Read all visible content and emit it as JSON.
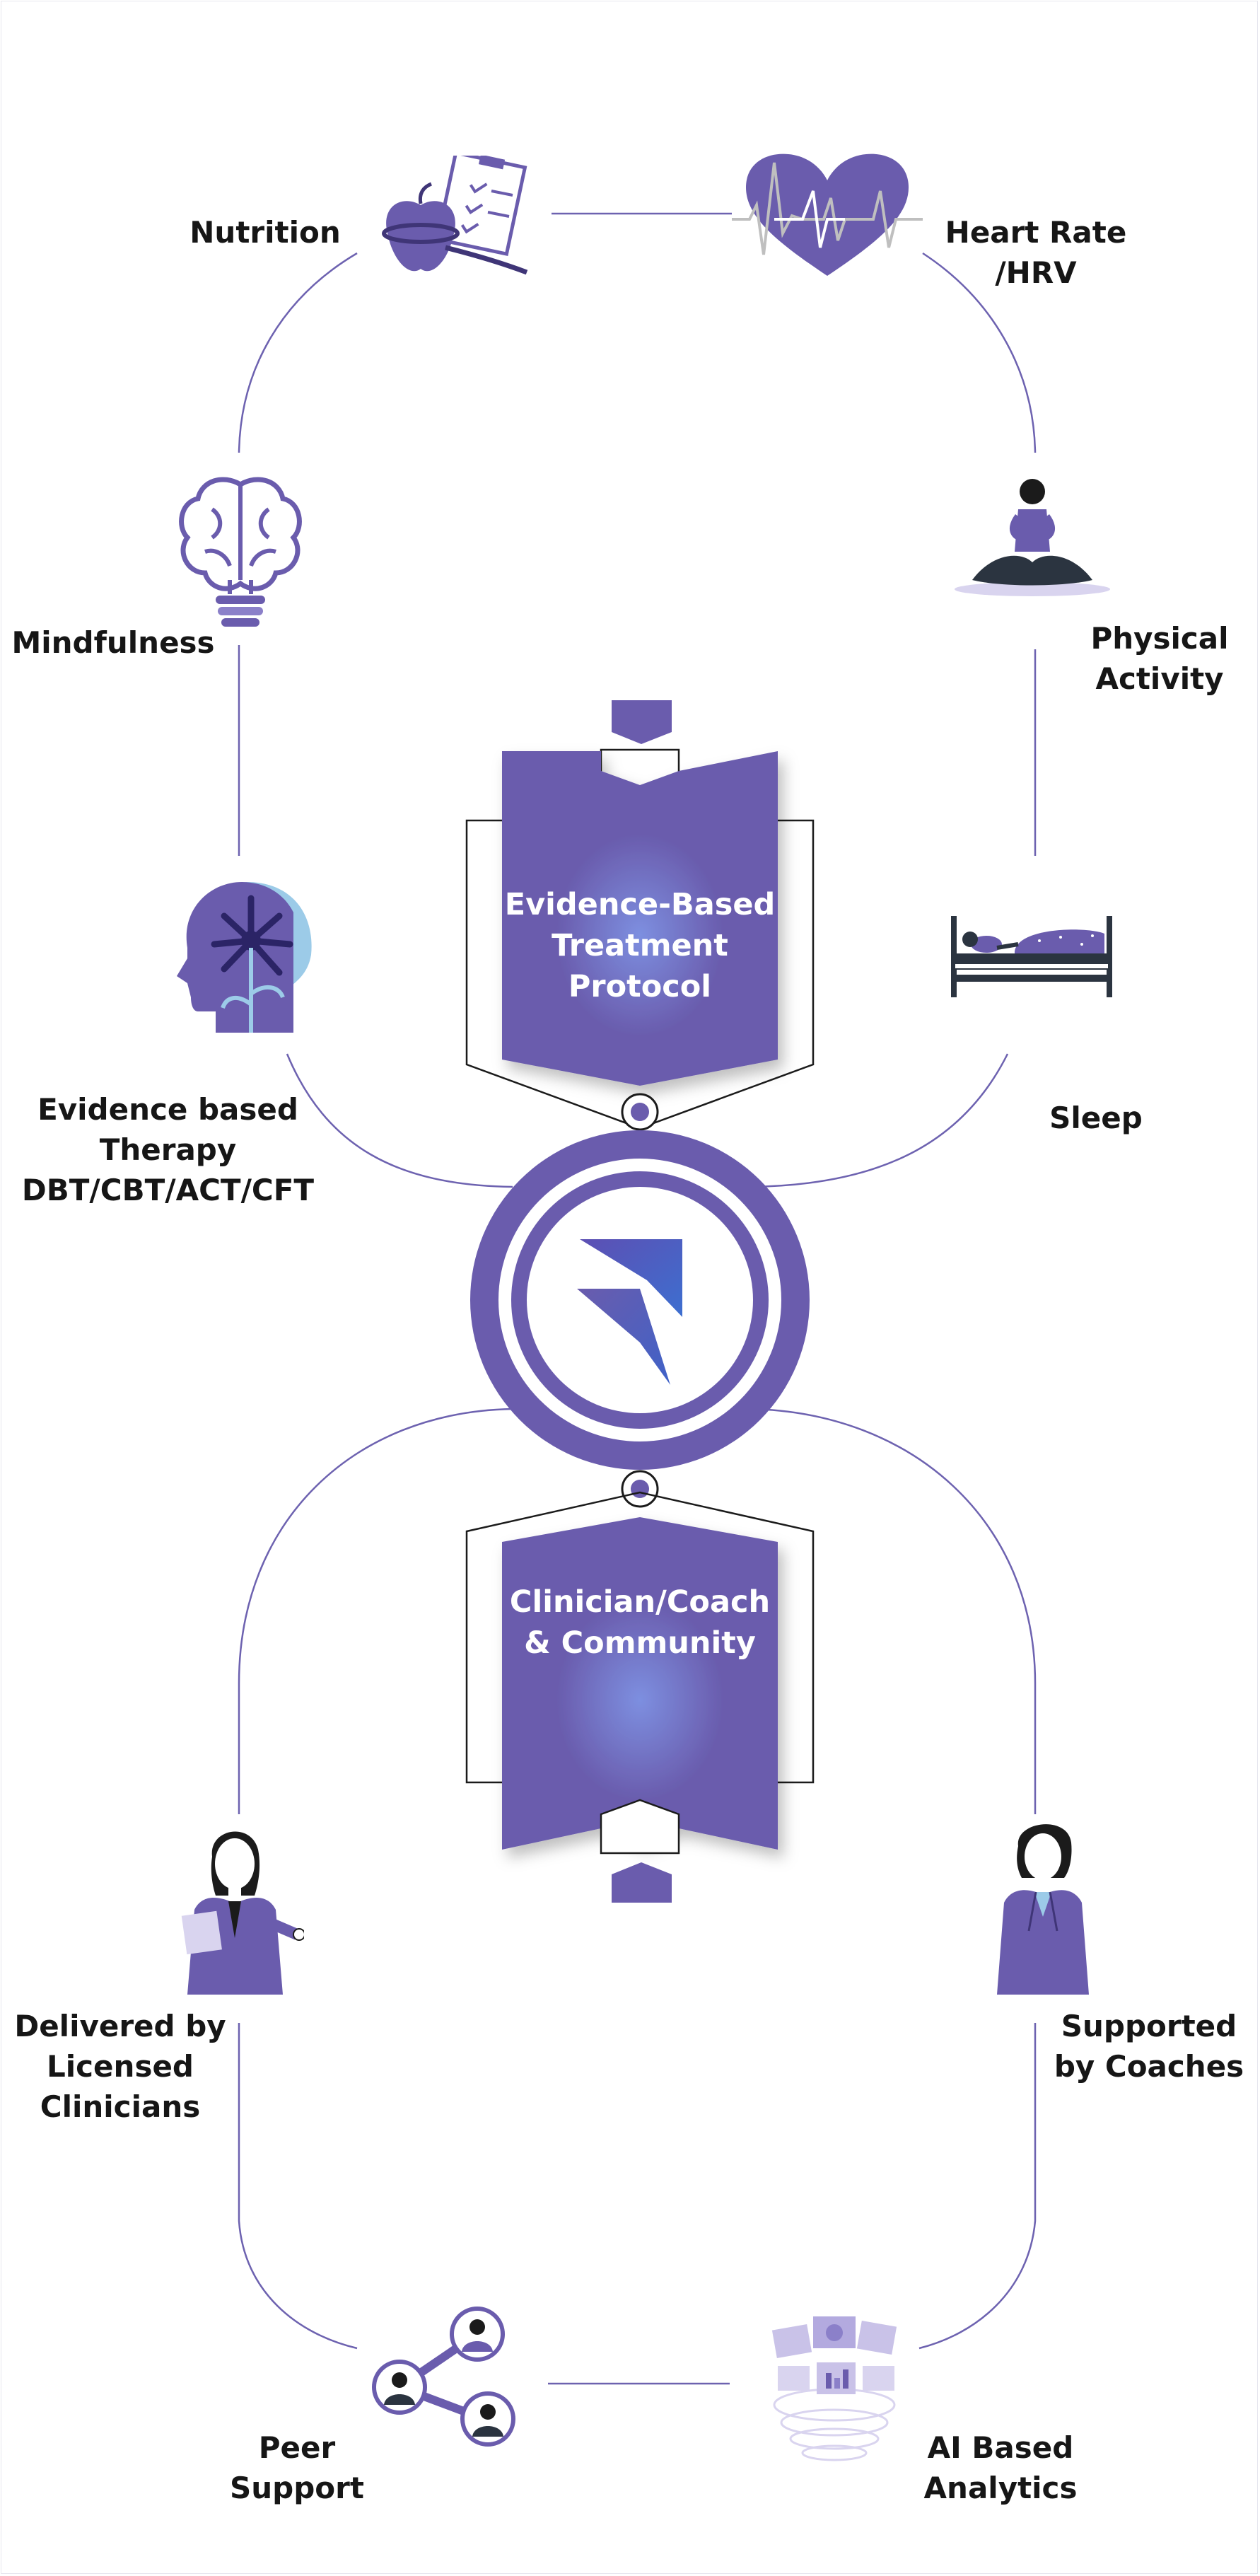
{
  "diagram": {
    "top_nodes": {
      "nutrition": {
        "label_lines": [
          "Nutrition"
        ],
        "icon": "apple-clipboard-icon"
      },
      "heart_rate": {
        "label_lines": [
          "Heart Rate",
          "/HRV"
        ],
        "icon": "heart-pulse-icon"
      },
      "mindfulness": {
        "label_lines": [
          "Mindfulness"
        ],
        "icon": "brain-bulb-icon"
      },
      "physical_activity": {
        "label_lines": [
          "Physical",
          "Activity"
        ],
        "icon": "yoga-person-icon"
      },
      "therapy": {
        "label_lines": [
          "Evidence based",
          "Therapy",
          "DBT/CBT/ACT/CFT"
        ],
        "icon": "head-flower-icon"
      },
      "sleep": {
        "label_lines": [
          "Sleep"
        ],
        "icon": "bed-icon"
      }
    },
    "bottom_nodes": {
      "clinicians": {
        "label_lines": [
          "Delivered by",
          "Licensed",
          "Clinicians"
        ],
        "icon": "clinician-woman-icon"
      },
      "coaches": {
        "label_lines": [
          "Supported",
          "by Coaches"
        ],
        "icon": "coach-woman-icon"
      },
      "peer_support": {
        "label_lines": [
          "Peer",
          "Support"
        ],
        "icon": "peer-network-icon"
      },
      "analytics": {
        "label_lines": [
          "AI Based",
          "Analytics"
        ],
        "icon": "ai-analytics-icon"
      }
    },
    "banner_top": {
      "lines": [
        "Evidence-Based",
        "Treatment",
        "Protocol"
      ]
    },
    "banner_bottom": {
      "lines": [
        "Clinician/Coach",
        "& Community"
      ]
    },
    "center_logo": {
      "icon": "brand-logo-icon"
    },
    "colors": {
      "purple": "#6a5cad",
      "purple_light": "#8b80c9",
      "line": "#6d62b0",
      "light_blue": "#9ccbe8",
      "dark": "#2b3440",
      "text": "#161616"
    }
  }
}
